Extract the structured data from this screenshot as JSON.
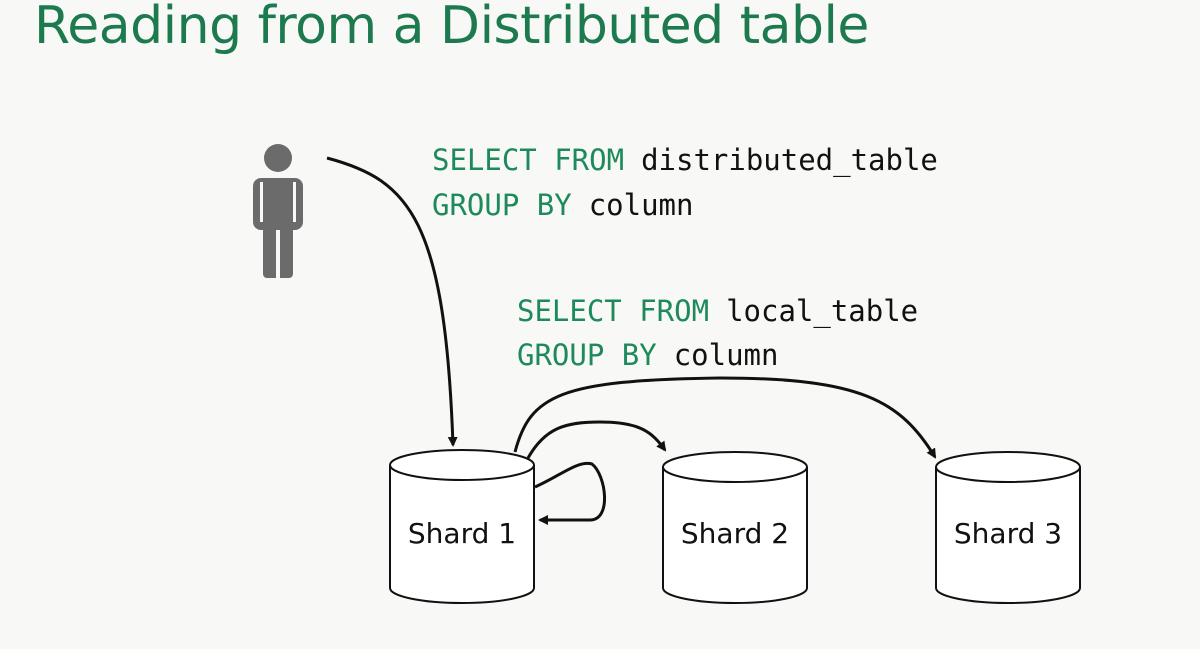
{
  "title": "Reading from a Distributed table",
  "query_distributed": {
    "line1_keyword": "SELECT FROM",
    "line1_identifier": "distributed_table",
    "line2_keyword": "GROUP BY",
    "line2_identifier": "column"
  },
  "query_local": {
    "line1_keyword": "SELECT FROM",
    "line1_identifier": "local_table",
    "line2_keyword": "GROUP BY",
    "line2_identifier": "column"
  },
  "shards": [
    {
      "label": "Shard 1"
    },
    {
      "label": "Shard 2"
    },
    {
      "label": "Shard 3"
    }
  ],
  "colors": {
    "title": "#1d7a4e",
    "keyword": "#1e8a5c",
    "person": "#6b6b6b"
  }
}
